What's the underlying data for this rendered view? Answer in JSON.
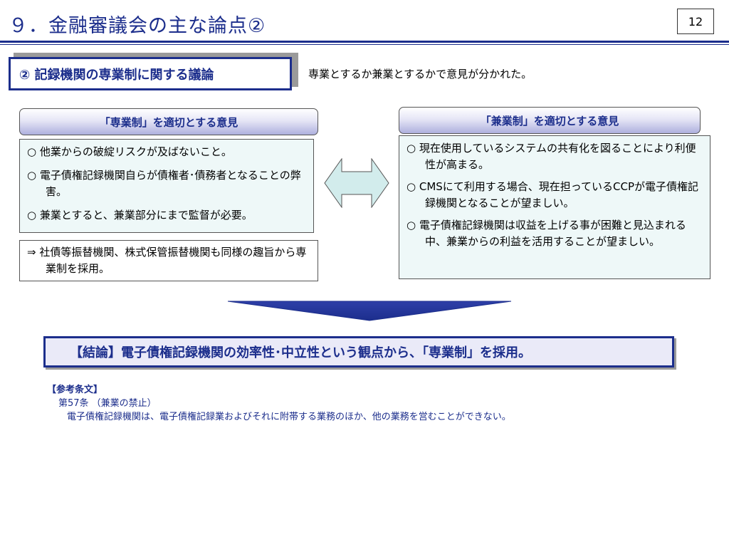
{
  "header": {
    "title": "９．金融審議会の主な論点②",
    "page_number": "12"
  },
  "section": {
    "title": "② 記録機関の専業制に関する議論",
    "note": "専業とするか兼業とするかで意見が分かれた。"
  },
  "left": {
    "heading": "「専業制」を適切とする意見",
    "items": [
      "○ 他業からの破綻リスクが及ばないこと。",
      "○ 電子債権記録機関自らが債権者･債務者となることの弊害。",
      "○ 兼業とすると、兼業部分にまで監督が必要。"
    ],
    "note": "⇒ 社債等振替機関、株式保管振替機関も同様の趣旨から専業制を採用。"
  },
  "right": {
    "heading": "「兼業制」を適切とする意見",
    "items": [
      "○ 現在使用しているシステムの共有化を図ることにより利便性が高まる。",
      "○ CMSにて利用する場合、現在担っているCCPが電子債権記録機関となることが望ましい。",
      "○ 電子債権記録機関は収益を上げる事が困難と見込まれる中、兼業からの利益を活用することが望ましい。"
    ]
  },
  "conclusion": "【結論】電子債権記録機関の効率性･中立性という観点から、「専業制」を採用。",
  "reference": {
    "title": "【参考条文】",
    "article": "第57条 （兼業の禁止）",
    "body": "電子債権記録機関は、電子債権記録業およびそれに附帯する業務のほか、他の業務を営むことができない。"
  },
  "colors": {
    "accent": "#1c2e8c",
    "box_fill": "#eef8f8",
    "arrow_fill": "#d2ecec",
    "conclusion_fill": "#eaeaf8"
  }
}
